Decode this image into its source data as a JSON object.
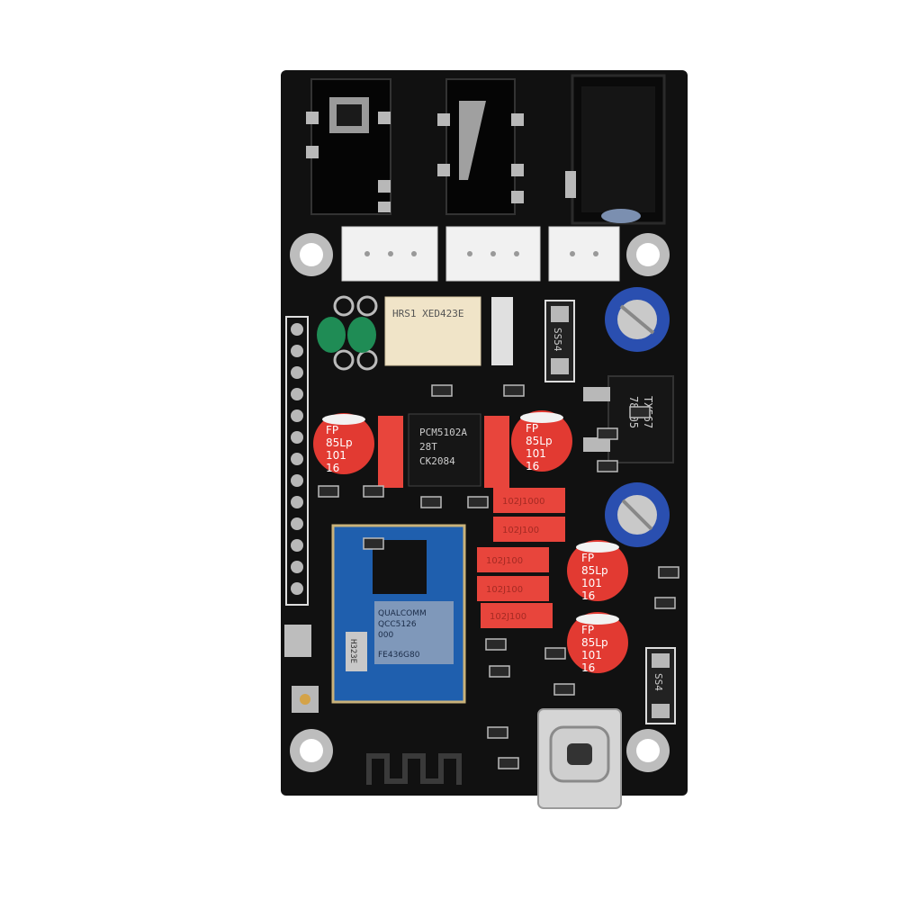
{
  "board": {
    "pcb_color": "#111111",
    "silk_color": "#e6e6e6",
    "pad_color": "#b8b8b8",
    "resistor_color": "#e8453c",
    "cap_red_color": "#e23a32",
    "cap_blue_color": "#2a4fb0",
    "module_color": "#1f5fae"
  },
  "labels": {
    "relay": "HRS1 XED423E",
    "diode_top": "SS54",
    "diode_bottom": "SS4",
    "regulator_l1": "78M05",
    "regulator_l2": "TX567",
    "dac_l1": "PCM5102A",
    "dac_l2": "28T",
    "dac_l3": "CK2084",
    "cap_l1": "FP",
    "cap_l2": "85Lp",
    "cap_l3": "101",
    "cap_l4": "16",
    "module_l1": "QUALCOMM",
    "module_l2": "QCC5126",
    "module_l3": "000",
    "module_l4": "FE436G80",
    "crystal": "H323E"
  },
  "resistors": [
    "102J1000",
    "102J100",
    "102J100",
    "102J100",
    "102J100"
  ],
  "icons": {
    "audio_jack": "audio-jack",
    "dc_jack": "dc-power-jack",
    "usb_c": "usb-c-port",
    "antenna": "pcb-antenna"
  }
}
